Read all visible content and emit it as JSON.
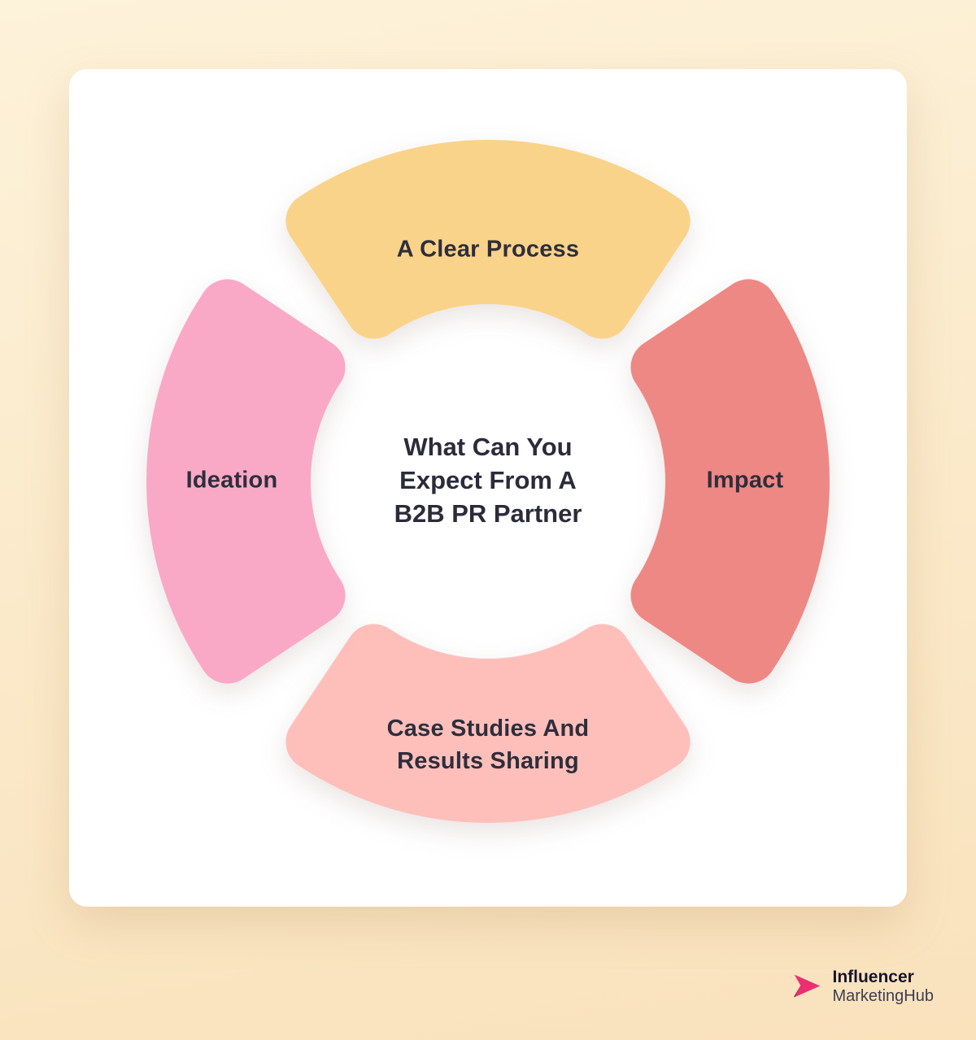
{
  "page": {
    "background_top": "#FDF2DA",
    "background_bottom": "#F9E2BC",
    "card_background": "#FFFFFF",
    "text_color": "#2E2E3C"
  },
  "diagram": {
    "center": {
      "lines": [
        "What Can You",
        "Expect From A",
        "B2B PR Partner"
      ]
    },
    "segments": {
      "top": {
        "label": "A Clear Process",
        "color": "#FAD38A"
      },
      "right": {
        "label": "Impact",
        "color": "#EE8884"
      },
      "bottom": {
        "label_lines": [
          "Case Studies And",
          "Results Sharing"
        ],
        "color": "#FEBFBB"
      },
      "left": {
        "label": "Ideation",
        "color": "#F9A9C6"
      }
    }
  },
  "footer": {
    "logo": {
      "line1": "Influencer",
      "line2": "MarketingHub",
      "icon_color": "#EC2E72",
      "icon_dark_color": "#262B40"
    }
  }
}
